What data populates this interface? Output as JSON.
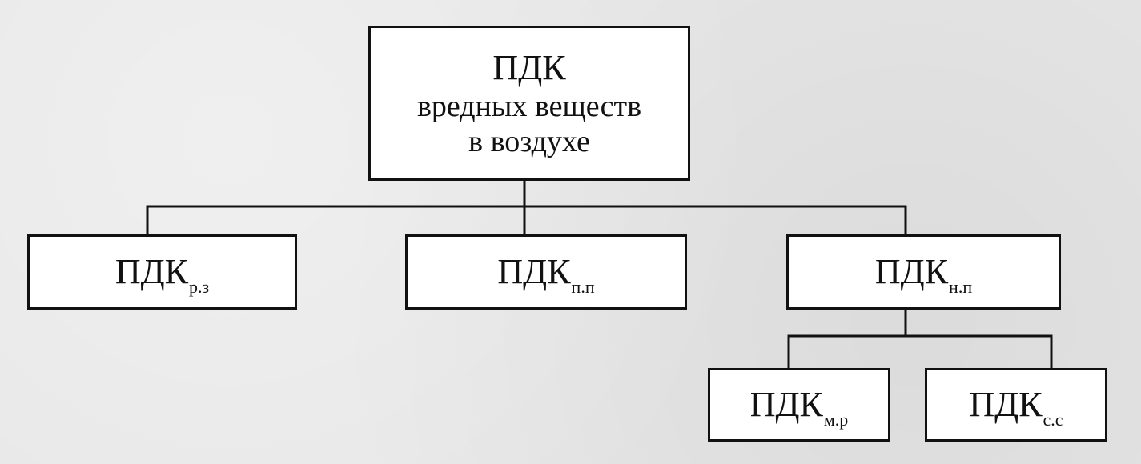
{
  "diagram": {
    "root": {
      "line1": "ПДК",
      "line2": "вредных веществ",
      "line3": "в воздухе"
    },
    "children": [
      {
        "main": "ПДК",
        "sub": "р.з"
      },
      {
        "main": "ПДК",
        "sub": "п.п"
      },
      {
        "main": "ПДК",
        "sub": "н.п"
      }
    ],
    "grandchildren": [
      {
        "main": "ПДК",
        "sub": "м.р"
      },
      {
        "main": "ПДК",
        "sub": "с.с"
      }
    ]
  }
}
